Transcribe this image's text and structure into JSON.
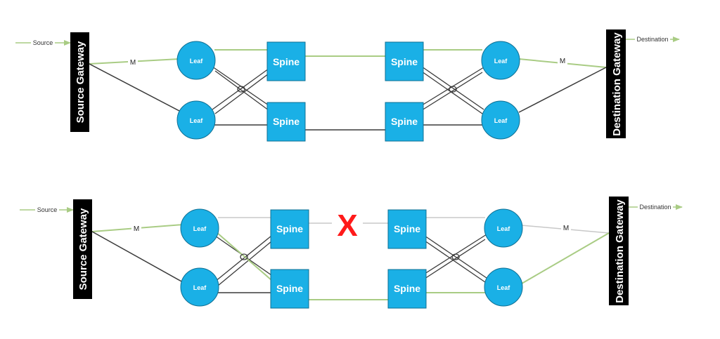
{
  "colors": {
    "node_fill": "#1ab0e6",
    "node_stroke": "#0f6f93",
    "gateway": "#000000",
    "path_active": "#a9cc84",
    "path_inactive": "#3a3a3a",
    "path_faded": "#c8c8c8",
    "failure": "#ff1a1a"
  },
  "labels": {
    "source": "Source",
    "destination": "Destination",
    "source_gateway": "Source Gateway",
    "destination_gateway": "Destination Gateway",
    "leaf": "Leaf",
    "spine": "Spine",
    "m": "M",
    "failure_mark": "X"
  },
  "diagrams": [
    {
      "name": "normal-path",
      "active_path": [
        "Source",
        "Source Gateway",
        "Leaf",
        "Spine",
        "Spine",
        "Leaf",
        "Destination Gateway",
        "Destination"
      ]
    },
    {
      "name": "failover-path",
      "failed_link": "Spine - Spine",
      "active_path": [
        "Source",
        "Source Gateway",
        "Leaf",
        "Spine",
        "Spine",
        "Leaf",
        "Destination Gateway",
        "Destination"
      ]
    }
  ]
}
